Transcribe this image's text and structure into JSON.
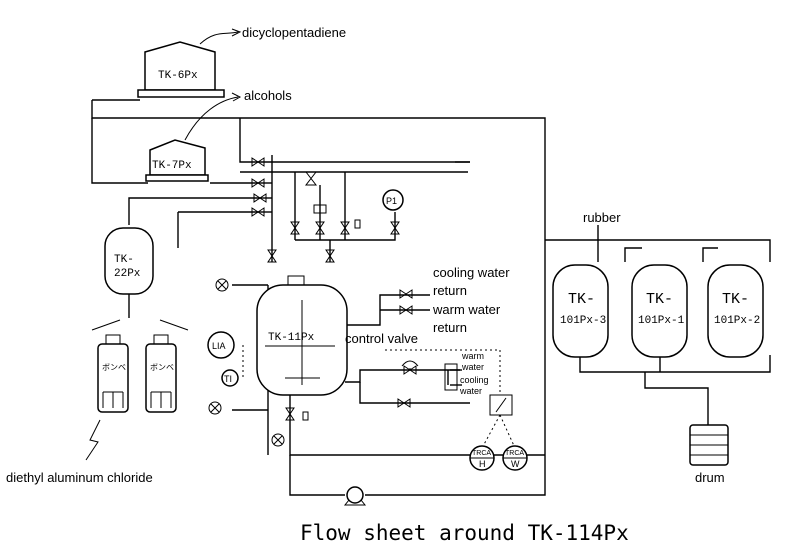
{
  "caption": "Flow sheet around TK-114Px",
  "materials": {
    "dicyclopentadiene": "dicyclopentadiene",
    "alcohols": "alcohols",
    "rubber": "rubber",
    "diethyl_aluminum_chloride": "diethyl aluminum chloride",
    "drum": "drum"
  },
  "tanks": {
    "tk6": "TK-6Px",
    "tk7": "TK-7Px",
    "tk22_line1": "TK-",
    "tk22_line2": "22Px",
    "tk11": "TK-11Px",
    "tk101_3_top": "TK-",
    "tk101_3_bottom": "101Px-3",
    "tk101_1_top": "TK-",
    "tk101_1_bottom": "101Px-1",
    "tk101_2_top": "TK-",
    "tk101_2_bottom": "101Px-2"
  },
  "cylinders": {
    "left": "ボンベ",
    "right": "ボンベ"
  },
  "utilities": {
    "cooling_water": "cooling water",
    "cooling_water_return": "return",
    "warm_water": "warm water",
    "warm_water_return": "return",
    "control_valve": "control valve",
    "cv_warm_1": "warm",
    "cv_warm_2": "water",
    "cv_cool_1": "cooling",
    "cv_cool_2": "water"
  },
  "instruments": {
    "p1": "P1",
    "lia": "LIA",
    "ti": "TI",
    "trca_h_top": "TRCA",
    "trca_h_bottom": "H",
    "trca_w_top": "TRCA",
    "trca_w_bottom": "W"
  }
}
